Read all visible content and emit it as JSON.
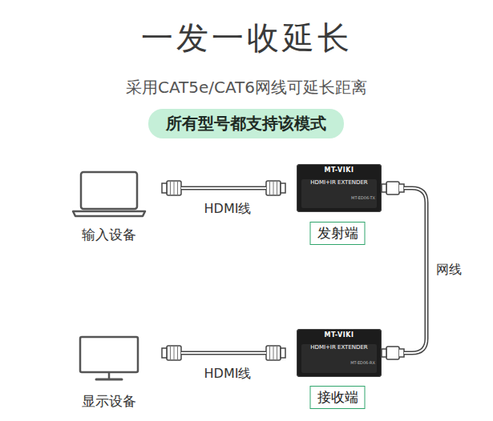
{
  "diagram": {
    "title": "一发一收延长",
    "nodes": [
      {
        "text": [
          "所有型号都支持该模式"
        ]
      },
      {
        "text": [
          "输入设备"
        ]
      },
      {
        "text": [
          "MT-VIKI",
          "HDMI+IR EXTENDER",
          "MT-ED06-TX"
        ]
      },
      {
        "text": [
          "发射端"
        ]
      },
      {
        "text": [
          "显示设备"
        ]
      },
      {
        "text": [
          "MT-VIKI",
          "HDMI+IR EXTENDER",
          "MT-ED06-RX"
        ]
      },
      {
        "text": [
          "接收端"
        ]
      }
    ],
    "edges": [
      {
        "from": 1,
        "to": 2,
        "label": "HDMI线",
        "arrow": "none"
      },
      {
        "from": 2,
        "to": 5,
        "label": "网线",
        "arrow": "none"
      },
      {
        "from": 5,
        "to": 4,
        "label": "HDMI线",
        "arrow": "none"
      }
    ],
    "labels": [
      "采用CAT5e/CAT6网线可延长距离"
    ]
  }
}
